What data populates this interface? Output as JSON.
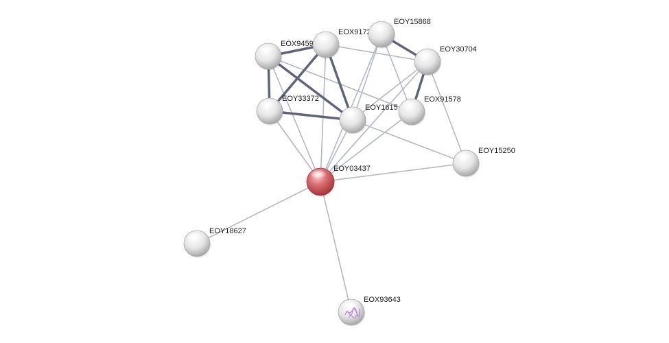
{
  "network": {
    "nodes": [
      {
        "id": "EOX94594",
        "label": "EOX94594",
        "color": "white"
      },
      {
        "id": "EOX91728",
        "label": "EOX91728",
        "color": "white"
      },
      {
        "id": "EOY15868",
        "label": "EOY15868",
        "color": "white"
      },
      {
        "id": "EOY30704",
        "label": "EOY30704",
        "color": "white"
      },
      {
        "id": "EOY33372",
        "label": "EOY33372",
        "color": "white"
      },
      {
        "id": "EOY16150",
        "label": "EOY1615",
        "color": "white"
      },
      {
        "id": "EOX91578",
        "label": "EOX91578",
        "color": "white"
      },
      {
        "id": "EOY15250",
        "label": "EOY15250",
        "color": "white"
      },
      {
        "id": "EOY03437",
        "label": "EOY03437",
        "color": "red",
        "query": true
      },
      {
        "id": "EOY18627",
        "label": "EOY18627",
        "color": "white"
      },
      {
        "id": "EOX93643",
        "label": "EOX93643",
        "color": "white",
        "structure_texture": true
      }
    ],
    "edges": [
      {
        "from": "EOX94594",
        "to": "EOX91728",
        "strength": "strong"
      },
      {
        "from": "EOX94594",
        "to": "EOY33372",
        "strength": "strong"
      },
      {
        "from": "EOX94594",
        "to": "EOY16150",
        "strength": "strong"
      },
      {
        "from": "EOX91728",
        "to": "EOY33372",
        "strength": "strong"
      },
      {
        "from": "EOX91728",
        "to": "EOY16150",
        "strength": "strong"
      },
      {
        "from": "EOY33372",
        "to": "EOY16150",
        "strength": "strong"
      },
      {
        "from": "EOY15868",
        "to": "EOY30704",
        "strength": "strong"
      },
      {
        "from": "EOY30704",
        "to": "EOX91578",
        "strength": "strong"
      },
      {
        "from": "EOX91728",
        "to": "EOY30704",
        "strength": "weak"
      },
      {
        "from": "EOX94594",
        "to": "EOX91578",
        "strength": "weak"
      },
      {
        "from": "EOY15868",
        "to": "EOX91578",
        "strength": "weak"
      },
      {
        "from": "EOY15868",
        "to": "EOY16150",
        "strength": "weak"
      },
      {
        "from": "EOY30704",
        "to": "EOY16150",
        "strength": "weak"
      },
      {
        "from": "EOY30704",
        "to": "EOY15250",
        "strength": "weak"
      },
      {
        "from": "EOY16150",
        "to": "EOY15250",
        "strength": "weak"
      },
      {
        "from": "EOY03437",
        "to": "EOX94594",
        "strength": "weak"
      },
      {
        "from": "EOY03437",
        "to": "EOX91728",
        "strength": "weak"
      },
      {
        "from": "EOY03437",
        "to": "EOY15868",
        "strength": "weak"
      },
      {
        "from": "EOY03437",
        "to": "EOY30704",
        "strength": "weak"
      },
      {
        "from": "EOY03437",
        "to": "EOY33372",
        "strength": "weak"
      },
      {
        "from": "EOY03437",
        "to": "EOY16150",
        "strength": "weak"
      },
      {
        "from": "EOY03437",
        "to": "EOX91578",
        "strength": "weak"
      },
      {
        "from": "EOY03437",
        "to": "EOY15250",
        "strength": "weak"
      },
      {
        "from": "EOY03437",
        "to": "EOY18627",
        "strength": "weak"
      },
      {
        "from": "EOY03437",
        "to": "EOX93643",
        "strength": "weak"
      }
    ],
    "colors": {
      "edge_strong": "#5f6478",
      "edge_weak": "#b4b8c6",
      "node_white_light": "#ffffff",
      "node_white_mid": "#e2e2e2",
      "node_white_dark": "#a8a8a8",
      "node_red_light": "#f4c2c2",
      "node_red_mid": "#d9656a",
      "node_red_dark": "#a83a40",
      "structure_texture": "#b98ad6"
    }
  }
}
